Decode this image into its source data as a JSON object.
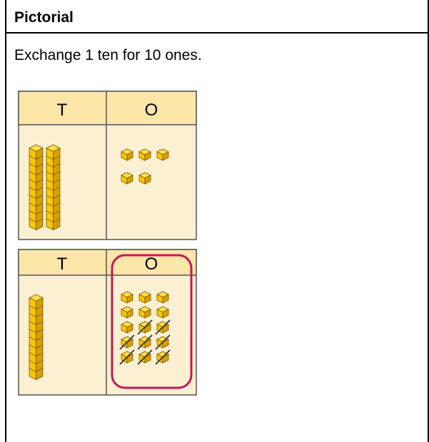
{
  "header": {
    "title": "Pictorial"
  },
  "body": {
    "instruction": "Exchange 1 ten for 10 ones."
  },
  "colors": {
    "chart_bg": "#FCF0D2",
    "header_bg": "#FCE6A8",
    "grid_line": "#555555",
    "cube_top": "#FFE04A",
    "cube_left": "#F7C800",
    "cube_right": "#D7A000",
    "circle": "#C2185B",
    "cross": "#333333"
  },
  "charts": [
    {
      "columns": [
        "T",
        "O"
      ],
      "tens": 2,
      "ones": 5,
      "crossed_ones": 0,
      "circled_column": null
    },
    {
      "columns": [
        "T",
        "O"
      ],
      "tens": 1,
      "ones": 15,
      "crossed_ones": 8,
      "circled_column": "O"
    }
  ]
}
